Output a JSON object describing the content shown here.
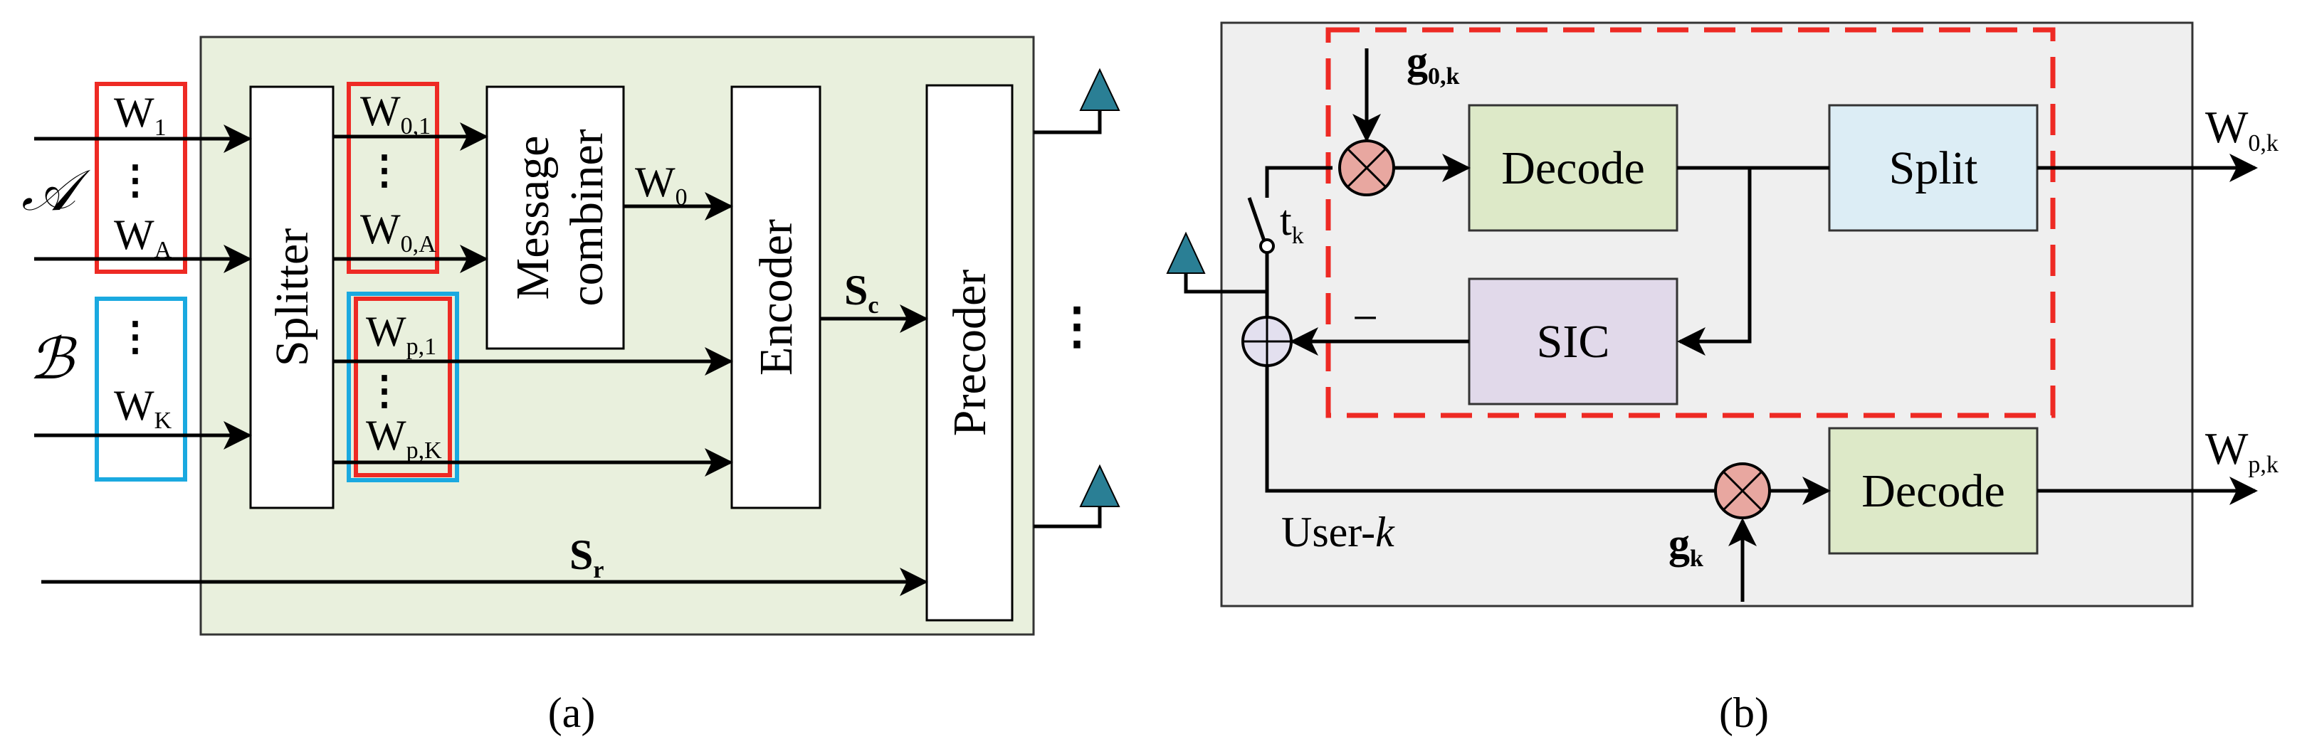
{
  "panel_a": {
    "caption": "(a)",
    "set_a_label": "𝒜",
    "set_b_label": "ℬ",
    "set_a_color": "#ee2a24",
    "set_b_color": "#1aa9e0",
    "box_fill": "#e9f0dd",
    "inputs": [
      {
        "main": "W",
        "sub": "1"
      },
      {
        "main": "W",
        "sub": "A"
      },
      {
        "main": "W",
        "sub": "K"
      }
    ],
    "blocks": {
      "splitter": "Splitter",
      "combiner_line1": "Message",
      "combiner_line2": "combiner",
      "encoder": "Encoder",
      "precoder": "Precoder"
    },
    "common_parts": [
      {
        "main": "W",
        "sub": "0,1"
      },
      {
        "main": "W",
        "sub": "0,A"
      }
    ],
    "private_parts": [
      {
        "main": "W",
        "sub": "p,1"
      },
      {
        "main": "W",
        "sub": "p,K"
      }
    ],
    "combined_message": {
      "main": "W",
      "sub": "0"
    },
    "common_stream": {
      "main": "S",
      "sub": "c"
    },
    "random_stream": {
      "main": "S",
      "sub": "r"
    },
    "vdots": "⋮"
  },
  "panel_b": {
    "caption": "(b)",
    "box_fill": "#efefef",
    "dashed_color": "#ee2a24",
    "blocks": {
      "decode_top": "Decode",
      "split": "Split",
      "sic": "SIC",
      "decode_bottom": "Decode"
    },
    "decode_fill": "#dde9c8",
    "split_fill": "#dcedf5",
    "sic_fill": "#e1d9ea",
    "multiplier_fill": "#e8a7a0",
    "adder_fill": "#e3e0ef",
    "common_key": {
      "main": "g",
      "sub": "0,k"
    },
    "private_key": {
      "main": "g",
      "sub": "k"
    },
    "switch_label": {
      "main": "t",
      "sub": "k"
    },
    "minus": "−",
    "user_label": "User-",
    "user_italic": "k",
    "output_common": {
      "main": "W",
      "sub": "0,k"
    },
    "output_private": {
      "main": "W",
      "sub": "p,k"
    }
  },
  "antenna_color": "#2a7f95"
}
